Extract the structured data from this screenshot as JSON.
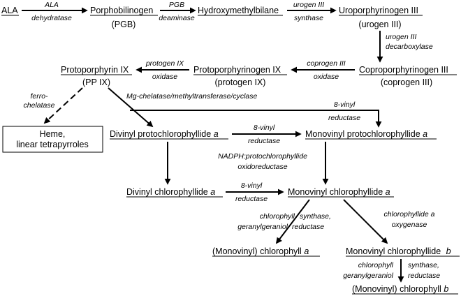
{
  "nodes": {
    "ala": "ALA",
    "porphobilinogen": "Porphobilinogen",
    "pgb_abbr": "(PGB)",
    "hydroxymethylbilane": "Hydroxymethylbilane",
    "uroporphyrinogen": "Uroporphyrinogen III",
    "urogen_abbr": "(urogen III)",
    "coproporphyrinogen": "Coproporphyrinogen III",
    "coprogen_abbr": "(coprogen III)",
    "protoporphyrinogen": "Protoporphyrinogen IX",
    "protogen_abbr": "(protogen IX)",
    "protoporphyrin": "Protoporphyrin IX",
    "ppix_abbr": "(PP IX)",
    "heme_line1": "Heme,",
    "heme_line2": "linear tetrapyrroles",
    "divinyl_pchlide": "Divinyl protochlorophyllide",
    "divinyl_pchlide_a": "a",
    "monovinyl_pchlide": "Monovinyl protochlorophyllide",
    "monovinyl_pchlide_a": "a",
    "divinyl_chlide": "Divinyl chlorophyllide",
    "divinyl_chlide_a": "a",
    "monovinyl_chlide": "Monovinyl chlorophyllide",
    "monovinyl_chlide_a": "a",
    "mv_chl_a": "(Monovinyl) chlorophyll",
    "mv_chl_a_suffix": "a",
    "mv_chlide_b": "Monovinyl chlorophyllide",
    "mv_chlide_b_suffix": "b",
    "mv_chl_b": "(Monovinyl) chlorophyll",
    "mv_chl_b_suffix": "b"
  },
  "enzymes": {
    "ala_dehydratase_1": "ALA",
    "ala_dehydratase_2": "dehydratase",
    "pgb_deaminase_1": "PGB",
    "pgb_deaminase_2": "deaminase",
    "urogen_synthase_1": "urogen III",
    "urogen_synthase_2": "synthase",
    "urogen_decarb_1": "urogen III",
    "urogen_decarb_2": "decarboxylase",
    "coprogen_oxidase_1": "coprogen III",
    "coprogen_oxidase_2": "oxidase",
    "protogen_oxidase_1": "protogen IX",
    "protogen_oxidase_2": "oxidase",
    "ferrochelatase_1": "ferro-",
    "ferrochelatase_2": "chelatase",
    "mg_chelatase": "Mg-chelatase/methyltransferase/cyclase",
    "vinyl_reductase_top_1": "8-vinyl",
    "vinyl_reductase_top_2": "reductase",
    "vinyl_reductase_mid_1": "8-vinyl",
    "vinyl_reductase_mid_2": "reductase",
    "por_1": "NADPH:protochlorophyllide",
    "por_2": "oxidoreductase",
    "vinyl_reductase_low_1": "8-vinyl",
    "vinyl_reductase_low_2": "reductase",
    "chl_synthase_a_1": "chlorophyll",
    "chl_synthase_a_2": "geranylgeraniol",
    "chl_synthase_a_3": "synthase,",
    "chl_synthase_a_4": "reductase",
    "chlide_a_oxygenase_1": "chlorophyllide a",
    "chlide_a_oxygenase_2": "oxygenase",
    "chl_synthase_b_1": "chlorophyll",
    "chl_synthase_b_2": "geranylgeraniol",
    "chl_synthase_b_3": "synthase,",
    "chl_synthase_b_4": "reductase"
  }
}
